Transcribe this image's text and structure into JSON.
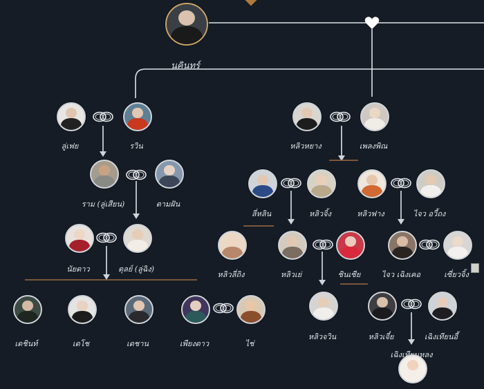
{
  "people": [
    {
      "id": "root",
      "name": "นคินทร์"
    },
    {
      "id": "p1",
      "name": "ลู่เฟย"
    },
    {
      "id": "p2",
      "name": "รวิน"
    },
    {
      "id": "p3",
      "name": "หลิวหยาง"
    },
    {
      "id": "p4",
      "name": "เพลงพิณ"
    },
    {
      "id": "p5",
      "name": "ราม (ลู่เสียน)"
    },
    {
      "id": "p6",
      "name": "ตามฝัน"
    },
    {
      "id": "p7",
      "name": "ลี่หลิน"
    },
    {
      "id": "p8",
      "name": "หลิวจิ้ง"
    },
    {
      "id": "p9",
      "name": "หลิวฟาง"
    },
    {
      "id": "p10",
      "name": "ไจว อวี้ถง"
    },
    {
      "id": "p11",
      "name": "นัยดาว"
    },
    {
      "id": "p12",
      "name": "ตุลย์ (ลู่ฉิง)"
    },
    {
      "id": "p13",
      "name": "หลิวลี่ถิง"
    },
    {
      "id": "p14",
      "name": "หลิวเย่"
    },
    {
      "id": "p15",
      "name": "ชินเซีย"
    },
    {
      "id": "p16",
      "name": "ไจว เฉิงเคอ"
    },
    {
      "id": "p17",
      "name": "เซี่ยวจิ้ง"
    },
    {
      "id": "p18",
      "name": "เดชินท์"
    },
    {
      "id": "p19",
      "name": "เดโช"
    },
    {
      "id": "p20",
      "name": "เดชาน"
    },
    {
      "id": "p21",
      "name": "เพียงดาว"
    },
    {
      "id": "p22",
      "name": "ไช่"
    },
    {
      "id": "p23",
      "name": "หลิวจวิน"
    },
    {
      "id": "p24",
      "name": "หลิวเจี๋ย"
    },
    {
      "id": "p25",
      "name": "เฉิงเทียนอี้"
    },
    {
      "id": "p26",
      "name": "เฉิงเทียนหลง"
    }
  ],
  "theme": {
    "background": "#151c25",
    "line": "#dfe3e8",
    "sibling_line": "#9c6b45",
    "accent": "#b07a3a",
    "frame_root": "#c9a46a"
  },
  "icons": {
    "marriage": "wedding-rings-icon",
    "love": "heart-icon",
    "child": "down-arrow-icon"
  }
}
